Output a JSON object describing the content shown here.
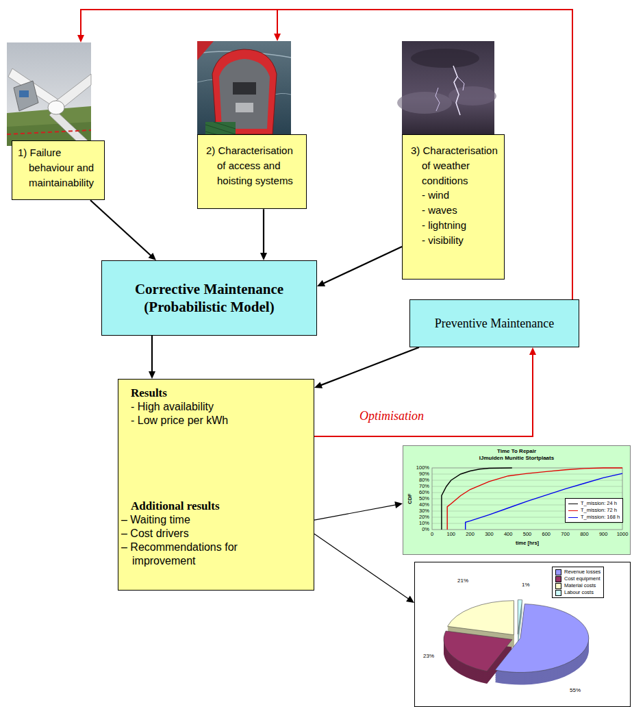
{
  "diagram": {
    "nodes": [
      {
        "text": [
          "1) Failure behaviour and maintainability"
        ]
      },
      {
        "text": [
          "2) Characterisation of access and hoisting systems"
        ]
      },
      {
        "text": [
          "3) Characterisation of weather conditions",
          "- wind",
          "- waves",
          "- lightning",
          "- visibility"
        ]
      },
      {
        "text": [
          "Corrective Maintenance (Probabilistic Model)"
        ]
      },
      {
        "text": [
          "Preventive Maintenance"
        ]
      },
      {
        "text": [
          "Results",
          "- High availability",
          "- Low price per kWh",
          "Additional results",
          "– Waiting time",
          "– Cost drivers",
          "– Recommendations for improvement"
        ]
      },
      {
        "text": [
          "Time To Repair",
          "IJmuiden Munitie Stortplaats"
        ]
      },
      {
        "text": [
          "21%",
          "1%",
          "23%",
          "55%"
        ]
      }
    ],
    "edges": [
      {
        "from": 0,
        "to": 3,
        "arrow": "to"
      },
      {
        "from": 1,
        "to": 3,
        "arrow": "to"
      },
      {
        "from": 2,
        "to": 3,
        "arrow": "to"
      },
      {
        "from": 3,
        "to": 5,
        "arrow": "to"
      },
      {
        "from": 4,
        "to": 5,
        "arrow": "to"
      },
      {
        "from": 5,
        "to": 4,
        "label": "Optimisation",
        "arrow": "to"
      },
      {
        "from": 4,
        "to": 0,
        "arrow": "to"
      },
      {
        "from": 4,
        "to": 1,
        "arrow": "to"
      },
      {
        "from": 5,
        "to": 6,
        "arrow": "to"
      },
      {
        "from": 5,
        "to": 7,
        "arrow": "to"
      }
    ],
    "labels": [
      "0%",
      "10%",
      "20%",
      "30%",
      "40%",
      "50%",
      "60%",
      "70%",
      "80%",
      "90%",
      "100%",
      "0",
      "100",
      "200",
      "300",
      "400",
      "500",
      "600",
      "700",
      "800",
      "900",
      "1000",
      "CDF",
      "time [hrs]"
    ],
    "legend": [
      {
        "text": "T_mission: 24 h"
      },
      {
        "text": "T_mission: 72 h"
      },
      {
        "text": "T_mission: 168 h"
      },
      {
        "text": "Revenue losses",
        "color": "#9999ff"
      },
      {
        "text": "Cost equipment",
        "color": "#993366"
      },
      {
        "text": "Material costs",
        "color": "#ffffcc"
      },
      {
        "text": "Labour costs",
        "color": "#ccffff"
      }
    ]
  }
}
